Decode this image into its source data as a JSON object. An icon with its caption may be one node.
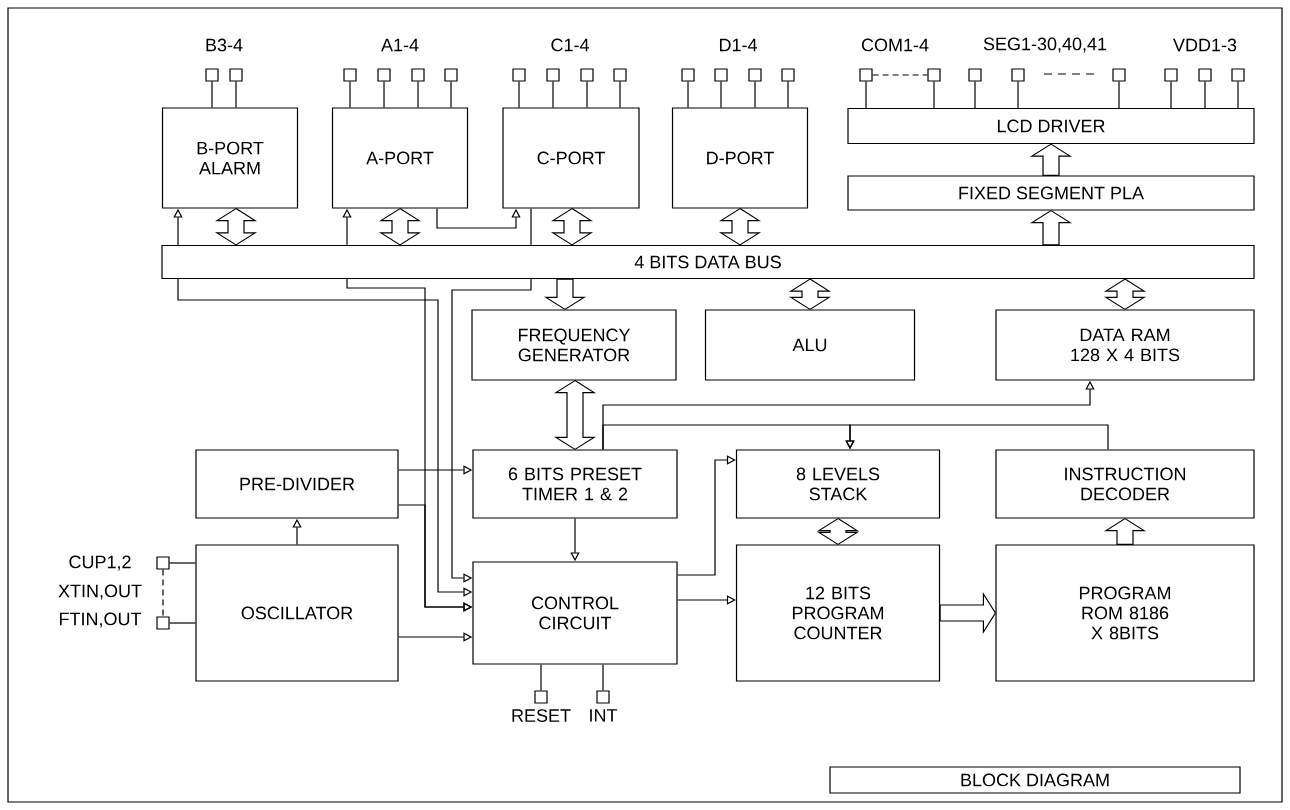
{
  "diagram": {
    "nodes": [
      {
        "text": [
          "B-PORT ALARM"
        ]
      },
      {
        "text": [
          "A-PORT"
        ]
      },
      {
        "text": [
          "C-PORT"
        ]
      },
      {
        "text": [
          "D-PORT"
        ]
      },
      {
        "text": [
          "LCD DRIVER"
        ]
      },
      {
        "text": [
          "FIXED SEGMENT PLA"
        ]
      },
      {
        "text": [
          "4 BITS DATA BUS"
        ]
      },
      {
        "text": [
          "FREQUENCY GENERATOR"
        ]
      },
      {
        "text": [
          "ALU"
        ]
      },
      {
        "text": [
          "DATA RAM 128 X 4 BITS"
        ]
      },
      {
        "text": [
          "PRE-DIVIDER"
        ]
      },
      {
        "text": [
          "6 BITS PRESET TIMER 1 & 2"
        ]
      },
      {
        "text": [
          "8 LEVELS STACK"
        ]
      },
      {
        "text": [
          "INSTRUCTION DECODER"
        ]
      },
      {
        "text": [
          "OSCILLATOR"
        ]
      },
      {
        "text": [
          "CONTROL CIRCUIT"
        ]
      },
      {
        "text": [
          "12 BITS PROGRAM COUNTER"
        ]
      },
      {
        "text": [
          "PROGRAM ROM 8186 X 8BITS"
        ]
      },
      {
        "text": [
          "BLOCK DIAGRAM"
        ]
      },
      {
        "text": [],
        "shape": "box"
      },
      {
        "text": [],
        "shape": "box"
      },
      {
        "text": [],
        "shape": "box"
      },
      {
        "text": [],
        "shape": "box"
      },
      {
        "text": [],
        "shape": "box"
      },
      {
        "text": [],
        "shape": "box"
      },
      {
        "text": [],
        "shape": "box"
      },
      {
        "text": [],
        "shape": "box"
      },
      {
        "text": [],
        "shape": "box"
      },
      {
        "text": [],
        "shape": "box"
      },
      {
        "text": [],
        "shape": "box"
      },
      {
        "text": [],
        "shape": "box"
      },
      {
        "text": [],
        "shape": "box"
      },
      {
        "text": [],
        "shape": "box"
      },
      {
        "text": [],
        "shape": "box"
      },
      {
        "text": [],
        "shape": "box"
      },
      {
        "text": [],
        "shape": "box"
      },
      {
        "text": [],
        "shape": "box"
      },
      {
        "text": [],
        "shape": "box"
      },
      {
        "text": [],
        "shape": "box"
      },
      {
        "text": [],
        "shape": "box"
      },
      {
        "text": [],
        "shape": "box"
      },
      {
        "text": [],
        "shape": "box"
      },
      {
        "text": [],
        "shape": "box"
      },
      {
        "text": [],
        "shape": "box",
        "beside": [
          "RESET"
        ]
      },
      {
        "text": [],
        "shape": "box",
        "beside": [
          "INT"
        ]
      }
    ],
    "edges": [
      {
        "from": 0,
        "to": 6,
        "arrow": "both",
        "style": "thick"
      },
      {
        "from": 1,
        "to": 6,
        "arrow": "both",
        "style": "thick"
      },
      {
        "from": 2,
        "to": 6,
        "arrow": "both",
        "style": "thick"
      },
      {
        "from": 3,
        "to": 6,
        "arrow": "both",
        "style": "thick"
      },
      {
        "from": 6,
        "to": 5,
        "arrow": "to",
        "style": "thick"
      },
      {
        "from": 5,
        "to": 4,
        "arrow": "to",
        "style": "thick"
      },
      {
        "from": 6,
        "to": 7,
        "arrow": "to",
        "style": "thick"
      },
      {
        "from": 6,
        "to": 8,
        "arrow": "both",
        "style": "thick"
      },
      {
        "from": 6,
        "to": 9,
        "arrow": "both",
        "style": "thick"
      },
      {
        "from": 7,
        "to": 11,
        "arrow": "both",
        "style": "thick"
      },
      {
        "from": 12,
        "to": 16,
        "arrow": "both",
        "style": "thick"
      },
      {
        "from": 16,
        "to": 17,
        "arrow": "to",
        "style": "thick"
      },
      {
        "from": 17,
        "to": 13,
        "arrow": "to",
        "style": "thick"
      },
      {
        "from": 10,
        "to": 11,
        "arrow": "to"
      },
      {
        "from": 14,
        "to": 10,
        "arrow": "to"
      },
      {
        "from": 14,
        "to": 15,
        "arrow": "to"
      },
      {
        "from": 11,
        "to": 15,
        "arrow": "to"
      },
      {
        "from": 15,
        "to": 12,
        "arrow": "to"
      },
      {
        "from": 15,
        "to": 16,
        "arrow": "to"
      },
      {
        "from": 6,
        "to": 0,
        "arrow": "to"
      },
      {
        "from": 6,
        "to": 15,
        "arrow": "to"
      },
      {
        "from": 10,
        "to": 15,
        "arrow": "to"
      },
      {
        "from": 6,
        "to": 1,
        "arrow": "to"
      },
      {
        "from": 1,
        "to": 2,
        "arrow": "to"
      },
      {
        "from": 11,
        "to": 9,
        "arrow": "to"
      },
      {
        "from": 11,
        "to": 12,
        "arrow": "to"
      },
      {
        "from": 13,
        "to": 12,
        "arrow": "to"
      },
      {
        "from": 0,
        "to": 19,
        "arrow": "none"
      },
      {
        "from": 0,
        "to": 20,
        "arrow": "none"
      },
      {
        "from": 1,
        "to": 21,
        "arrow": "none"
      },
      {
        "from": 1,
        "to": 22,
        "arrow": "none"
      },
      {
        "from": 1,
        "to": 23,
        "arrow": "none"
      },
      {
        "from": 1,
        "to": 24,
        "arrow": "none"
      },
      {
        "from": 2,
        "to": 25,
        "arrow": "none"
      },
      {
        "from": 2,
        "to": 26,
        "arrow": "none"
      },
      {
        "from": 2,
        "to": 27,
        "arrow": "none"
      },
      {
        "from": 2,
        "to": 28,
        "arrow": "none"
      },
      {
        "from": 3,
        "to": 29,
        "arrow": "none"
      },
      {
        "from": 3,
        "to": 30,
        "arrow": "none"
      },
      {
        "from": 3,
        "to": 31,
        "arrow": "none"
      },
      {
        "from": 3,
        "to": 32,
        "arrow": "none"
      },
      {
        "from": 4,
        "to": 33,
        "arrow": "none"
      },
      {
        "from": 4,
        "to": 34,
        "arrow": "none"
      },
      {
        "from": 4,
        "to": 35,
        "arrow": "none"
      },
      {
        "from": 4,
        "to": 36,
        "arrow": "none"
      },
      {
        "from": 4,
        "to": 37,
        "arrow": "none"
      },
      {
        "from": 4,
        "to": 38,
        "arrow": "none"
      },
      {
        "from": 4,
        "to": 39,
        "arrow": "none"
      },
      {
        "from": 4,
        "to": 40,
        "arrow": "none"
      },
      {
        "from": 14,
        "to": 41,
        "arrow": "none"
      },
      {
        "from": 14,
        "to": 42,
        "arrow": "none"
      },
      {
        "from": 15,
        "to": 43,
        "arrow": "none"
      },
      {
        "from": 15,
        "to": 44,
        "arrow": "none"
      },
      {
        "from": 6,
        "to": 15,
        "arrow": "to"
      },
      {
        "from": 6,
        "to": 15,
        "arrow": "to"
      },
      {
        "from": 2,
        "to": 6,
        "arrow": "none"
      },
      {
        "from": 33,
        "to": 34,
        "arrow": "none",
        "style": "dashed"
      },
      {
        "from": 41,
        "to": 42,
        "arrow": "none",
        "style": "dashed"
      }
    ],
    "labels": [
      "B3-4",
      "A1-4",
      "C1-4",
      "D1-4",
      "COM1-4",
      "SEG1-30,40,41",
      "VDD1-3",
      "CUP1,2",
      "XTIN,OUT",
      "FTIN,OUT"
    ]
  }
}
